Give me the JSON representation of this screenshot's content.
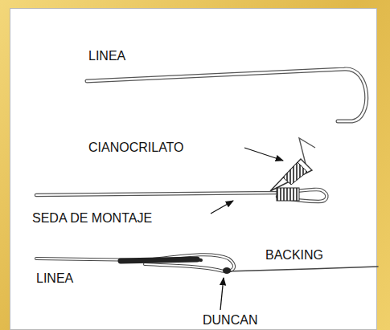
{
  "diagram": {
    "labels": [
      "LINEA",
      "CIANOCRILATO",
      "SEDA DE MONTAJE",
      "BACKING",
      "LINEA",
      "DUNCAN"
    ]
  }
}
